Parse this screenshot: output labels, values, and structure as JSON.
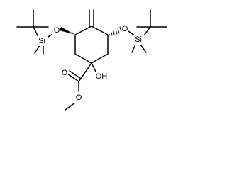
{
  "diagram": {
    "type": "chemical-structure",
    "colors": {
      "bond": "#000000",
      "background": "#ffffff"
    },
    "atoms": {
      "o_left": "O",
      "si_left": "Si",
      "o_right": "O",
      "si_right": "Si",
      "oh": "OH",
      "o_carbonyl": "O",
      "o_ester": "O"
    }
  }
}
